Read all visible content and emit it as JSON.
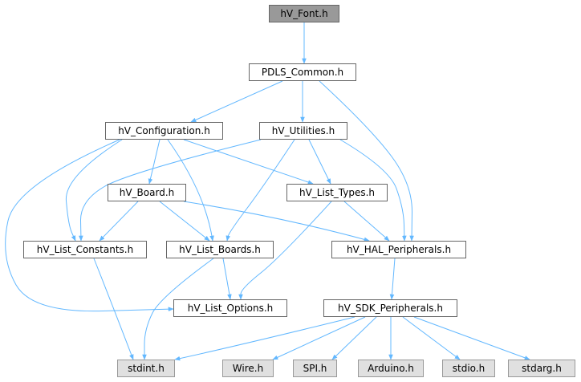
{
  "colors": {
    "edge": "#63b8ff",
    "root_fill": "#999999",
    "external_fill": "#e0e0e0",
    "border": "#666666"
  },
  "nodes": [
    {
      "id": "font",
      "label": "hV_Font.h",
      "kind": "root"
    },
    {
      "id": "pdls",
      "label": "PDLS_Common.h",
      "kind": "file"
    },
    {
      "id": "config",
      "label": "hV_Configuration.h",
      "kind": "file"
    },
    {
      "id": "util",
      "label": "hV_Utilities.h",
      "kind": "file"
    },
    {
      "id": "board",
      "label": "hV_Board.h",
      "kind": "file"
    },
    {
      "id": "types",
      "label": "hV_List_Types.h",
      "kind": "file"
    },
    {
      "id": "consts",
      "label": "hV_List_Constants.h",
      "kind": "file"
    },
    {
      "id": "boards",
      "label": "hV_List_Boards.h",
      "kind": "file"
    },
    {
      "id": "hal",
      "label": "hV_HAL_Peripherals.h",
      "kind": "file"
    },
    {
      "id": "opts",
      "label": "hV_List_Options.h",
      "kind": "file"
    },
    {
      "id": "sdk",
      "label": "hV_SDK_Peripherals.h",
      "kind": "file"
    },
    {
      "id": "stdint",
      "label": "stdint.h",
      "kind": "external"
    },
    {
      "id": "wire",
      "label": "Wire.h",
      "kind": "external"
    },
    {
      "id": "spi",
      "label": "SPI.h",
      "kind": "external"
    },
    {
      "id": "arduino",
      "label": "Arduino.h",
      "kind": "external"
    },
    {
      "id": "stdio",
      "label": "stdio.h",
      "kind": "external"
    },
    {
      "id": "stdarg",
      "label": "stdarg.h",
      "kind": "external"
    }
  ],
  "edges": [
    [
      "font",
      "pdls"
    ],
    [
      "pdls",
      "config"
    ],
    [
      "pdls",
      "util"
    ],
    [
      "pdls",
      "hal"
    ],
    [
      "config",
      "board"
    ],
    [
      "config",
      "types"
    ],
    [
      "config",
      "consts"
    ],
    [
      "config",
      "boards"
    ],
    [
      "config",
      "opts"
    ],
    [
      "util",
      "types"
    ],
    [
      "util",
      "consts"
    ],
    [
      "util",
      "boards"
    ],
    [
      "util",
      "hal"
    ],
    [
      "board",
      "consts"
    ],
    [
      "board",
      "boards"
    ],
    [
      "board",
      "hal"
    ],
    [
      "types",
      "hal"
    ],
    [
      "types",
      "opts"
    ],
    [
      "consts",
      "stdint"
    ],
    [
      "boards",
      "opts"
    ],
    [
      "boards",
      "stdint"
    ],
    [
      "hal",
      "sdk"
    ],
    [
      "sdk",
      "stdint"
    ],
    [
      "sdk",
      "wire"
    ],
    [
      "sdk",
      "spi"
    ],
    [
      "sdk",
      "arduino"
    ],
    [
      "sdk",
      "stdio"
    ],
    [
      "sdk",
      "stdarg"
    ]
  ]
}
